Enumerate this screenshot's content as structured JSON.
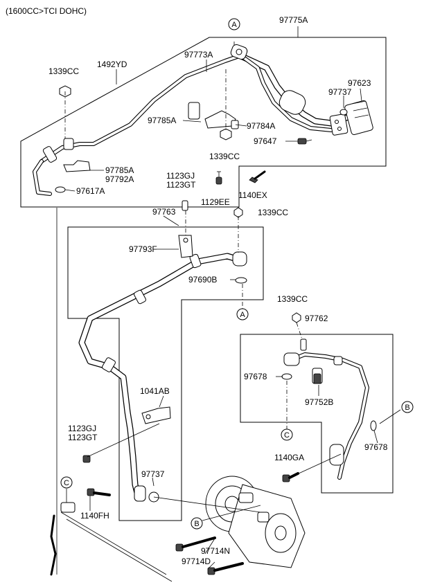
{
  "title": "(1600CC>TCI DOHC)",
  "labels": {
    "p97775A": "97775A",
    "p97773A": "97773A",
    "p1492YD": "1492YD",
    "p1339CC_a": "1339CC",
    "p97623": "97623",
    "p97737_a": "97737",
    "p97785A_a": "97785A",
    "p97784A": "97784A",
    "p1339CC_b": "1339CC",
    "p97647": "97647",
    "p97785A_b": "97785A",
    "p97792A": "97792A",
    "p97617A": "97617A",
    "p1123GJ_a": "1123GJ",
    "p1123GT_a": "1123GT",
    "p1129EE": "1129EE",
    "p1140EX": "1140EX",
    "p97763": "97763",
    "p1339CC_c": "1339CC",
    "p97793F": "97793F",
    "p97690B": "97690B",
    "p1339CC_d": "1339CC",
    "p97762": "97762",
    "p97678_a": "97678",
    "p97752B": "97752B",
    "p97678_b": "97678",
    "p1041AB": "1041AB",
    "p1123GJ_b": "1123GJ",
    "p1123GT_b": "1123GT",
    "p1140GA": "1140GA",
    "p97737_b": "97737",
    "p1140FH": "1140FH",
    "p97714N": "97714N",
    "p97714D": "97714D"
  },
  "callouts": {
    "a_top": "A",
    "a_mid": "A",
    "b_right": "B",
    "b_bottom": "B",
    "c_mid": "C",
    "c_left": "C"
  }
}
